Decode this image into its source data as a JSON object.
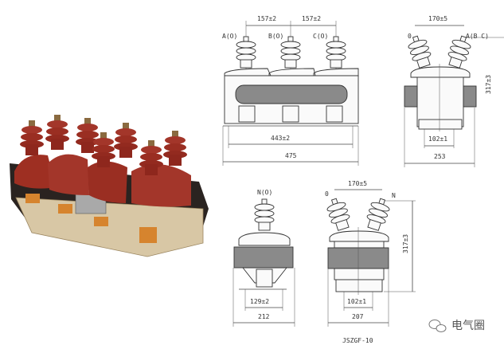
{
  "front_view": {
    "labels": [
      "A(O)",
      "B(O)",
      "C(O)"
    ],
    "spacing_1": "157±2",
    "spacing_2": "157±2",
    "mount_width": "443±2",
    "overall_width": "475"
  },
  "side_view_top": {
    "top_spacing": "170±5",
    "label_left": "0",
    "label_right": "A(B C)",
    "height": "317±3",
    "mount_width": "102±1",
    "overall_width": "253"
  },
  "single_front": {
    "label": "N(O)",
    "mount_width": "129±2",
    "overall_width": "212"
  },
  "single_side": {
    "top_spacing": "170±5",
    "label_left": "0",
    "label_right": "N",
    "height": "317±3",
    "mount_width": "102±1",
    "overall_width": "207"
  },
  "model": "JSZGF-10",
  "watermark": "电气圈",
  "colors": {
    "insulator": "#9e2f22",
    "plate": "#c9a06a"
  }
}
